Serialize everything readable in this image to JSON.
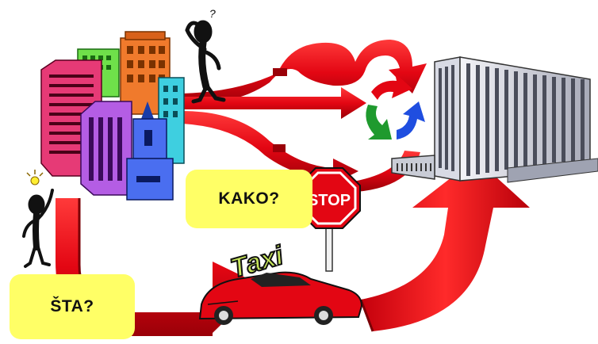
{
  "labels": {
    "kako": "KAKO?",
    "sta": "ŠTA?",
    "stop_sign": "STOP",
    "taxi": "Taxi",
    "thinking_mark": "?"
  },
  "colors": {
    "arrow": "#e30613",
    "arrow_dark": "#a8000a",
    "callout": "#ffff66",
    "stop_sign": "#e30613",
    "taxi_text": "#c7e65a",
    "car": "#e30613"
  },
  "icons": [
    "city-buildings-icon",
    "thinking-figure-icon",
    "idea-figure-icon",
    "recycle-arrows-icon",
    "office-building-icon",
    "stop-sign-icon",
    "taxi-car-icon",
    "lightbulb-icon"
  ]
}
